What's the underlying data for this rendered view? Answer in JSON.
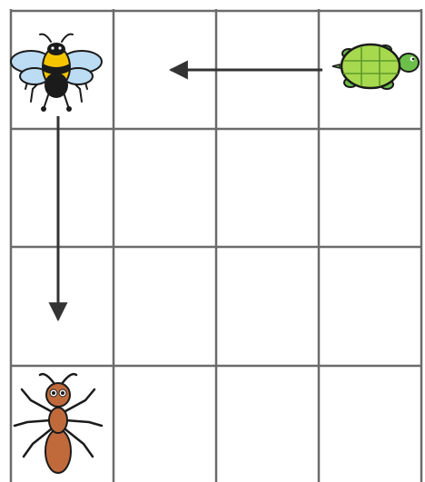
{
  "grid": {
    "rows": 4,
    "cols": 4,
    "line_color": "#6b6b6b",
    "background": "#ffffff"
  },
  "animals": [
    {
      "name": "bee",
      "icon": "bee-icon",
      "row": 0,
      "col": 0
    },
    {
      "name": "turtle",
      "icon": "turtle-icon",
      "row": 0,
      "col": 3
    },
    {
      "name": "ant",
      "icon": "ant-icon",
      "row": 3,
      "col": 0
    }
  ],
  "arrows": [
    {
      "from": "turtle",
      "to": "bee",
      "direction": "left"
    },
    {
      "from": "bee",
      "to": "ant",
      "direction": "down"
    }
  ],
  "colors": {
    "arrow": "#333333",
    "bee_body": "#f5c400",
    "bee_stripe": "#1b1b1b",
    "bee_wing": "#bcdcf4",
    "turtle_shell": "#a7d94e",
    "turtle_skin": "#6cc04a",
    "ant_body": "#c06a3c"
  }
}
